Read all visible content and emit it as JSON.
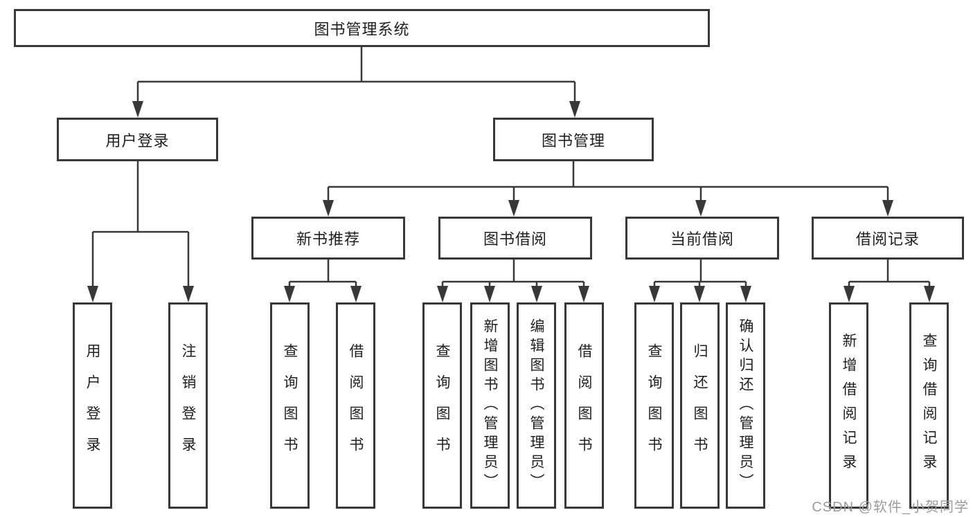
{
  "tree": {
    "label": "图书管理系统",
    "children": [
      {
        "label": "用户登录",
        "children": [
          {
            "label": "用户登录"
          },
          {
            "label": "注销登录"
          }
        ]
      },
      {
        "label": "图书管理",
        "children": [
          {
            "label": "新书推荐",
            "children": [
              {
                "label": "查询图书"
              },
              {
                "label": "借阅图书"
              }
            ]
          },
          {
            "label": "图书借阅",
            "children": [
              {
                "label": "查询图书"
              },
              {
                "label": "新增图书（管理员）"
              },
              {
                "label": "编辑图书（管理员）"
              },
              {
                "label": "借阅图书"
              }
            ]
          },
          {
            "label": "当前借阅",
            "children": [
              {
                "label": "查询图书"
              },
              {
                "label": "归还图书"
              },
              {
                "label": "确认归还（管理员）"
              }
            ]
          },
          {
            "label": "借阅记录",
            "children": [
              {
                "label": "新增借阅记录"
              },
              {
                "label": "查询借阅记录"
              }
            ]
          }
        ]
      }
    ]
  },
  "watermark": {
    "text": "CSDN @软件_小贺同学"
  },
  "colors": {
    "line": "#383838",
    "box_border": "#383838",
    "box_background": "#ffffff",
    "text": "#1f1f1f",
    "watermark": "#9c9c9c",
    "background": "#ffffff"
  }
}
